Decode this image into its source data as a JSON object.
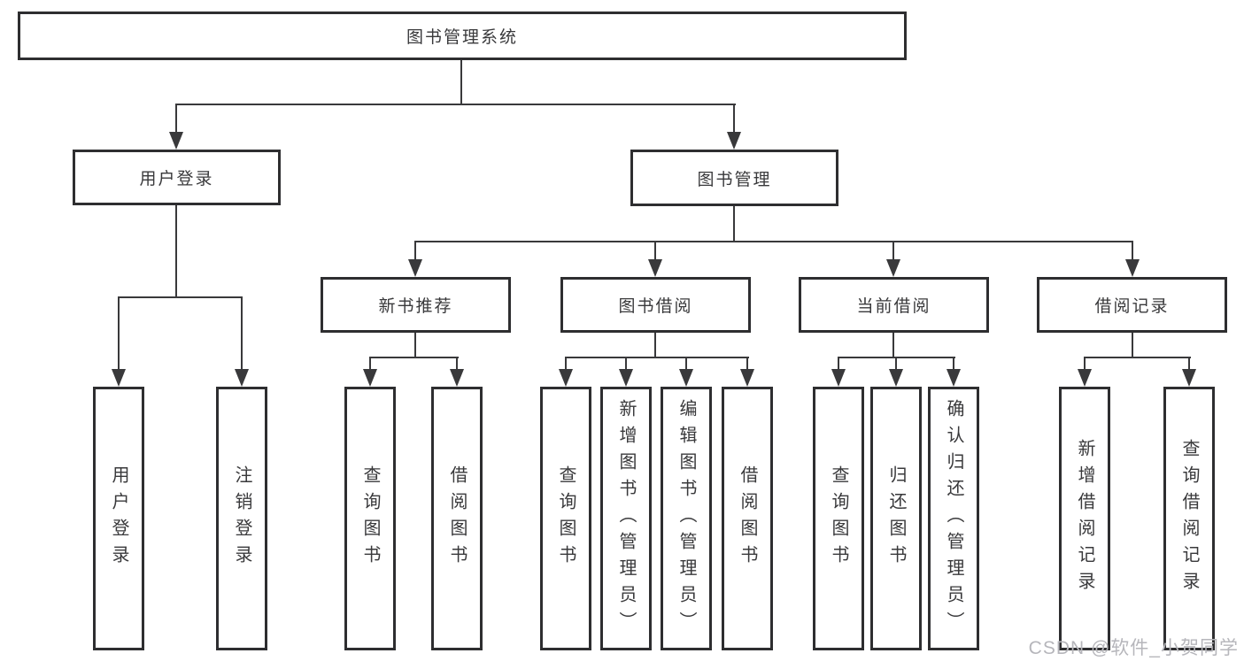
{
  "diagram_title": "图书管理系统",
  "colors": {
    "line": "#39393b",
    "box_border": "#2e2e30",
    "text": "#39393b",
    "watermark": "#b6b6bb",
    "background": "#ffffff"
  },
  "nodes": {
    "root": "图书管理系统",
    "user_login": "用户登录",
    "book_mgmt": "图书管理",
    "new_book_rec": "新书推荐",
    "book_borrow": "图书借阅",
    "current_borrow": "当前借阅",
    "borrow_records": "借阅记录",
    "leaf_user_login": "用户登录",
    "leaf_logout": "注销登录",
    "rec_query_book": "查询图书",
    "rec_borrow_book": "借阅图书",
    "bb_query_book": "查询图书",
    "bb_add_book": "新增图书（管理员）",
    "bb_edit_book": "编辑图书（管理员）",
    "bb_borrow_book": "借阅图书",
    "cb_query_book": "查询图书",
    "cb_return_book": "归还图书",
    "cb_confirm_return": "确认归还（管理员）",
    "br_add_record": "新增借阅记录",
    "br_query_record": "查询借阅记录"
  },
  "watermark": "CSDN @软件_小贺同学"
}
